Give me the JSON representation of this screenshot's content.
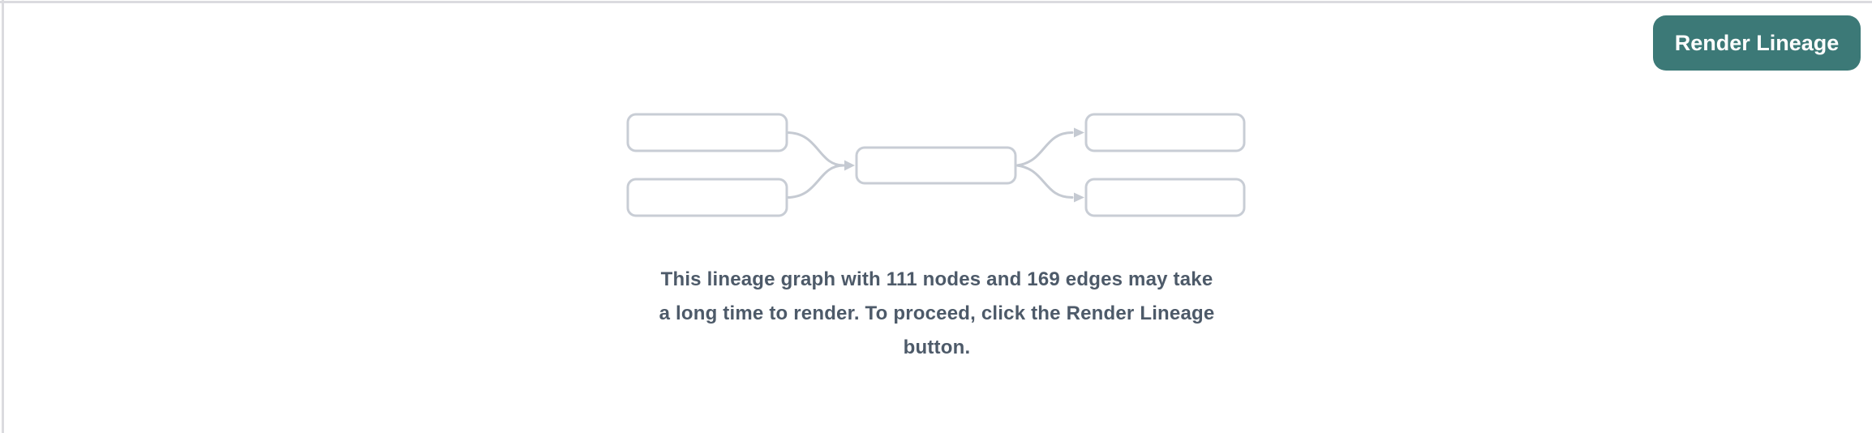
{
  "toolbar": {
    "render_button_label": "Render Lineage"
  },
  "placeholder": {
    "illustration": "lineage-graph-placeholder",
    "message_full": "This lineage graph with 111 nodes and 169 edges may take a long time to render. To proceed, click the Render Lineage button.",
    "message_lines": [
      "This lineage graph with 111 nodes and 169 edges may take",
      "a long time to render. To proceed, click the Render Lineage",
      "button."
    ],
    "node_count": 111,
    "edge_count": 169
  },
  "colors": {
    "accent": "#3c7977",
    "button_text": "#ffffff",
    "box_border": "#c8cdd5",
    "edge": "#c5cad2",
    "message_text": "#4d5a69",
    "panel_border": "#dbdbdf",
    "background": "#ffffff"
  }
}
